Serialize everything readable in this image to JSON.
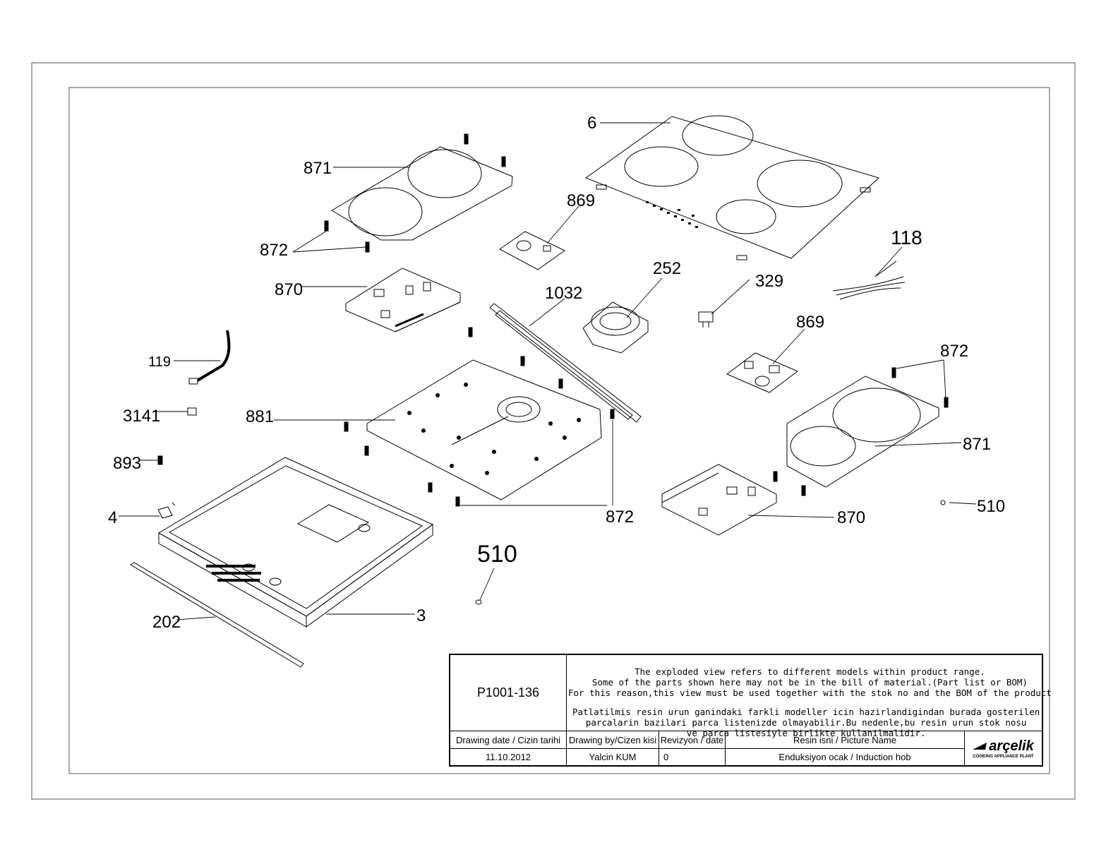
{
  "callouts": [
    {
      "id": "c6",
      "label": "6"
    },
    {
      "id": "c871a",
      "label": "871"
    },
    {
      "id": "c869a",
      "label": "869"
    },
    {
      "id": "c872a",
      "label": "872"
    },
    {
      "id": "c870a",
      "label": "870"
    },
    {
      "id": "c252",
      "label": "252"
    },
    {
      "id": "c329",
      "label": "329"
    },
    {
      "id": "c118",
      "label": "118"
    },
    {
      "id": "c1032",
      "label": "1032"
    },
    {
      "id": "c869b",
      "label": "869"
    },
    {
      "id": "c872b",
      "label": "872"
    },
    {
      "id": "c119",
      "label": "119"
    },
    {
      "id": "c3141",
      "label": "3141"
    },
    {
      "id": "c881",
      "label": "881"
    },
    {
      "id": "c871b",
      "label": "871"
    },
    {
      "id": "c893",
      "label": "893"
    },
    {
      "id": "c510a",
      "label": "510"
    },
    {
      "id": "c4",
      "label": "4"
    },
    {
      "id": "c872c",
      "label": "872"
    },
    {
      "id": "c870b",
      "label": "870"
    },
    {
      "id": "c510b",
      "label": "510"
    },
    {
      "id": "c202",
      "label": "202"
    },
    {
      "id": "c3",
      "label": "3"
    }
  ],
  "title_block": {
    "drawing_no": "P1001-136",
    "note_en_1": "The exploded view refers to different models within product range.",
    "note_en_2": "Some of the parts shown here may not be in the bill of material.(Part list or BOM)",
    "note_en_3": "For this reason,this view must be used together with the stok no and the BOM of the product",
    "note_tr_1": "Patlatilmis resin urun ganindaki farkli modeller icin hazirlandigindan burada gosterilen",
    "note_tr_2": "parcalarin bazilari parca listenizde olmayabilir.Bu nedenle,bu resin urun stok nosu",
    "note_tr_3": "ve parca listesiyle birlikte kullanilmalidir.",
    "date_header": "Drawing date / Cizin tarihi",
    "date_value": "11.10.2012",
    "by_header": "Drawing by/Cizen kisi",
    "by_value": "Yalcin KUM",
    "rev_header": "Revizyon / date",
    "rev_value": "0",
    "name_header": "Resin isni / Picture Name",
    "name_value": "Enduksiyon ocak / Induction hob",
    "logo_text": "arçelik",
    "logo_sub": "COOKING APPLIANCE PLANT"
  }
}
